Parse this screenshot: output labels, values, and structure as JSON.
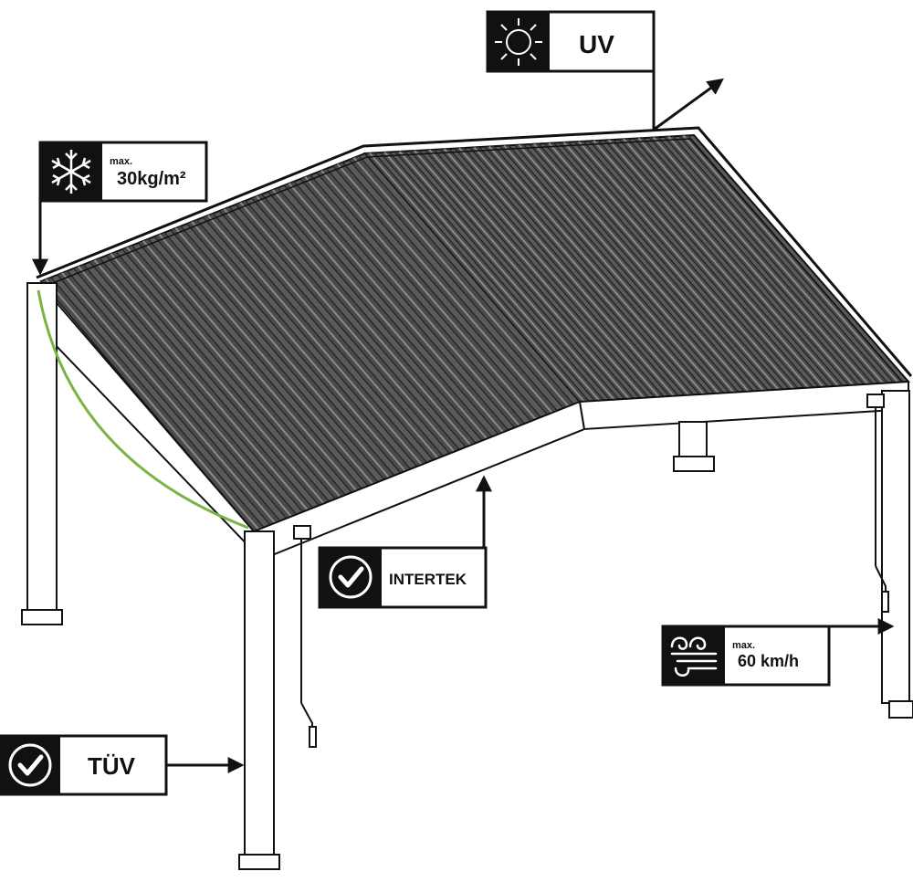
{
  "badges": {
    "uv": {
      "label": "UV",
      "icon": "sun-icon"
    },
    "snow": {
      "prefix": "max.",
      "value": "30kg/m²",
      "icon": "snowflake-icon"
    },
    "intertek": {
      "label": "INTERTEK",
      "icon": "checkmark-icon"
    },
    "wind": {
      "prefix": "max.",
      "value": "60 km/h",
      "icon": "wind-icon"
    },
    "tuv": {
      "label": "TÜV",
      "icon": "checkmark-icon"
    }
  },
  "colors": {
    "ink": "#111111",
    "slat_fill": "#4a4a4a",
    "slat_light": "#8a8a8a",
    "cable": "#7cb342",
    "badge_bg": "#111111",
    "badge_fg": "#ffffff"
  }
}
